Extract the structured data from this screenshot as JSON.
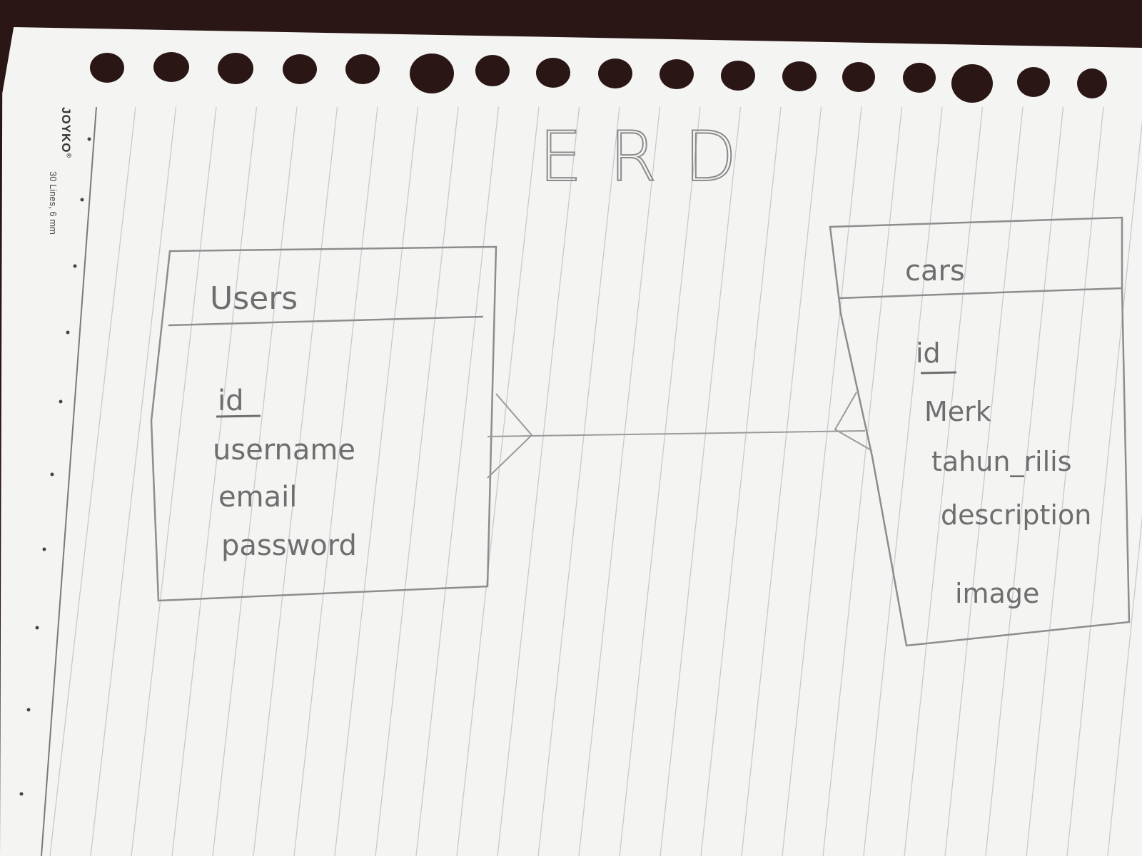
{
  "paper": {
    "brand": "JOYKO",
    "brand_mark": "®",
    "subtitle": "30 Lines, 6 mm"
  },
  "diagram": {
    "title": "ERD",
    "entities": [
      {
        "id": "users",
        "name": "Users",
        "attributes": [
          "id",
          "username",
          "email",
          "password"
        ],
        "primary_key": "id"
      },
      {
        "id": "cars",
        "name": "cars",
        "attributes": [
          "id",
          "Merk",
          "tahun_rilis",
          "description",
          "image"
        ],
        "primary_key": "id"
      }
    ],
    "relationships": [
      {
        "from": "users",
        "to": "cars",
        "from_end": "many (crow's foot)",
        "to_end": "many (crow's foot)"
      }
    ]
  }
}
